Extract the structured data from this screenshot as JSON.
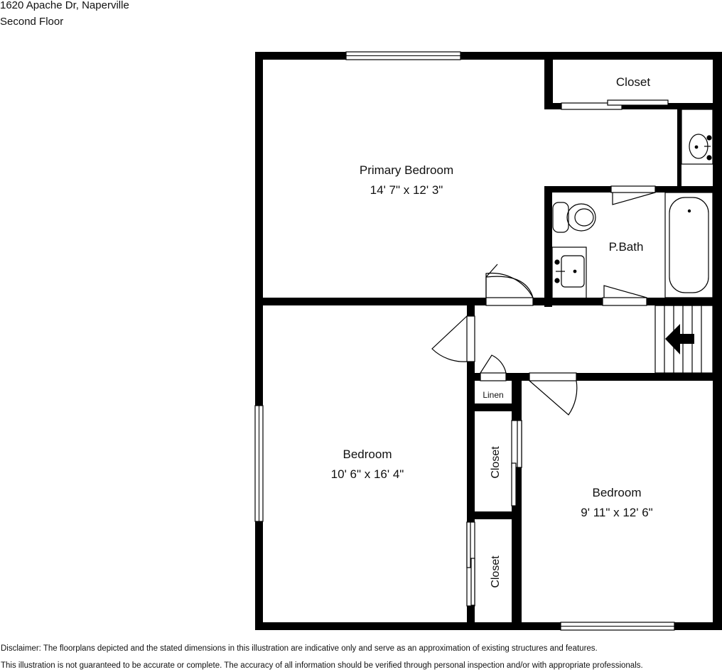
{
  "header": {
    "address": "1620 Apache Dr, Naperville",
    "floor": "Second Floor"
  },
  "rooms": {
    "primary_bedroom": {
      "name": "Primary Bedroom",
      "dims": "14' 7\" x 12' 3\""
    },
    "primary_closet": {
      "name": "Closet"
    },
    "primary_bath": {
      "name": "P.Bath"
    },
    "bedroom_left": {
      "name": "Bedroom",
      "dims": "10' 6\" x 16' 4\""
    },
    "bedroom_right": {
      "name": "Bedroom",
      "dims": "9' 11\" x 12' 6\""
    },
    "linen": {
      "name": "Linen"
    },
    "closet_upper": {
      "name": "Closet"
    },
    "closet_lower": {
      "name": "Closet"
    }
  },
  "disclaimer": {
    "line1": "Disclaimer: The floorplans depicted and the stated dimensions in this illustration are indicative only and serve as an approximation of existing structures and features.",
    "line2": "This illustration is not guaranteed to be accurate or complete. The accuracy of all information should be verified through personal inspection and/or with appropriate professionals."
  },
  "colors": {
    "wall": "#000000",
    "background": "#ffffff"
  }
}
